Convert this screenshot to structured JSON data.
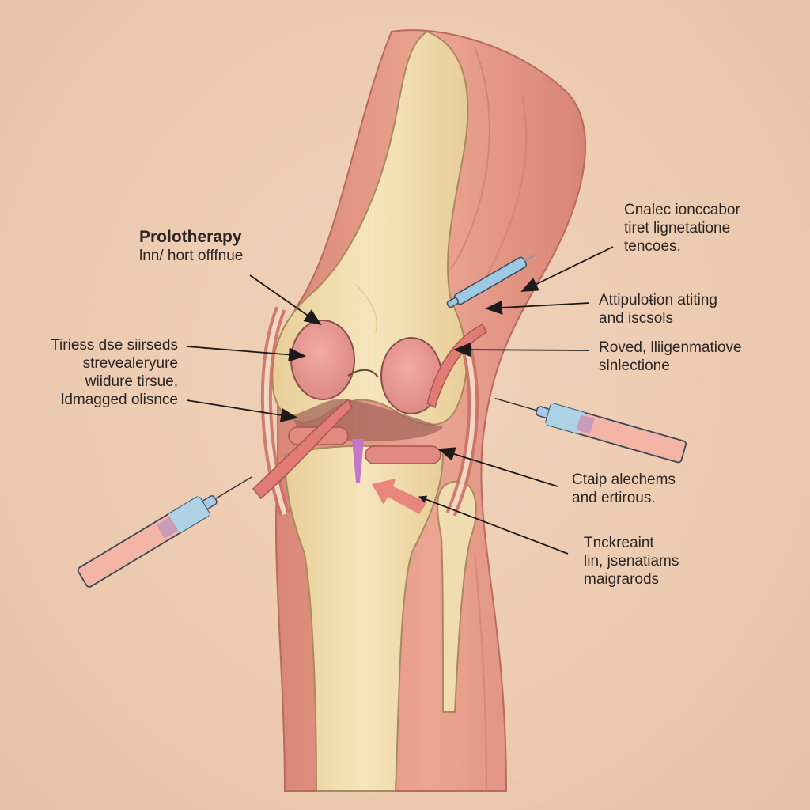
{
  "diagram": {
    "subject": "knee-joint-prolotherapy",
    "colors": {
      "background": "#ecccb2",
      "bone": "#f2dfb0",
      "muscle": "#e7a08f",
      "cartilage": "#e79a94",
      "ligament": "#e3837a",
      "syringe_blue": "#9cc9e3",
      "syringe_fluid": "#f4b4a6",
      "arrow": "#1d1b1a",
      "text": "#2a2522"
    },
    "labels": {
      "title": "Prolotherapy",
      "subtitle": "lnn/ hort offfnue",
      "left_block": [
        "Tiriess dse siirseds",
        "strevealeryure",
        "wiidure tirsue,",
        "ldmagged olisnce"
      ],
      "right_top": [
        "Cnalec ionccabor",
        "tiret lignetatione",
        "tencoes."
      ],
      "right_mid1": [
        "Attipuloŧion atiting",
        "and iscsols"
      ],
      "right_mid2": [
        "Roved, lliigenmatiove",
        "slnlectione"
      ],
      "right_low1": [
        "Ctaip alechems",
        "and ertirous."
      ],
      "right_low2": [
        "Tnckreaint",
        "lin, jsenatiams",
        "maigrarods"
      ]
    },
    "syringes": [
      "left-lower-syringe",
      "right-syringe",
      "upper-right-syringe"
    ]
  }
}
